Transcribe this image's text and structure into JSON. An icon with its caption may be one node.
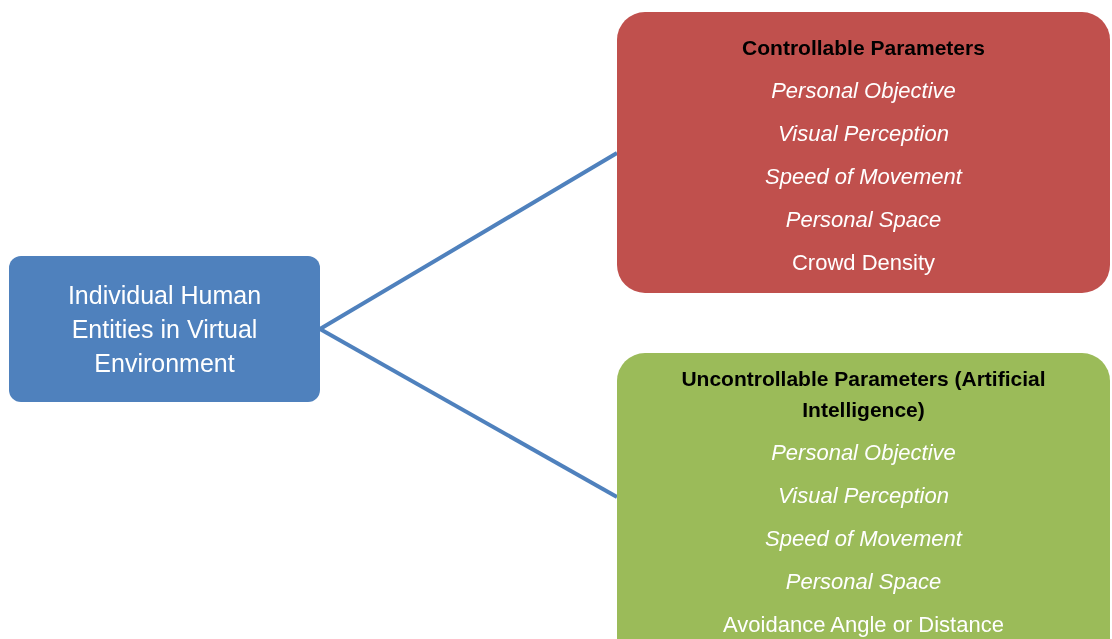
{
  "diagram": {
    "nodes": [
      {
        "text": [
          "Individual Human Entities in Virtual Environment"
        ]
      },
      {
        "text": [
          "Controllable Parameters",
          "Personal Objective",
          "Visual Perception",
          "Speed of Movement",
          "Personal Space",
          "Crowd Density"
        ]
      },
      {
        "text": [
          "Uncontrollable Parameters (Artificial Intelligence)",
          "Personal Objective",
          "Visual Perception",
          "Speed of Movement",
          "Personal Space",
          "Avoidance Angle or Distance"
        ]
      }
    ],
    "edges": [
      {
        "from": 0,
        "to": 1,
        "arrow": "none"
      },
      {
        "from": 0,
        "to": 2,
        "arrow": "none"
      }
    ]
  }
}
